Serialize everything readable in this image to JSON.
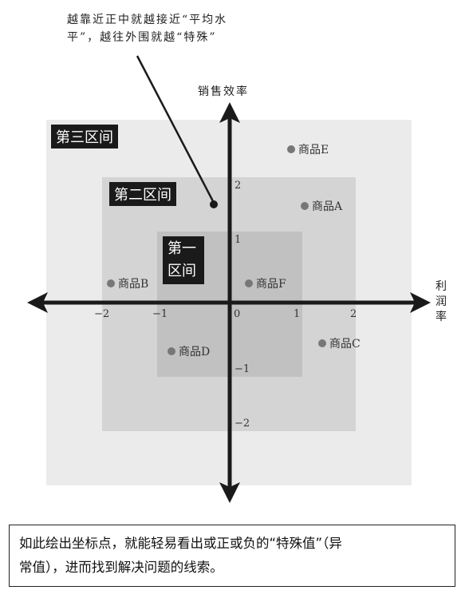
{
  "annotation": {
    "line1": "越靠近正中就越接近“平均水",
    "line2": "平”，越往外围就越“特殊”"
  },
  "axes": {
    "y_title": "销售效率",
    "x_title": [
      "利",
      "润",
      "率"
    ],
    "x_ticks": [
      "−2",
      "−1",
      "0",
      "1",
      "2"
    ],
    "y_ticks": [
      "2",
      "1",
      "−1",
      "−2"
    ]
  },
  "zones": {
    "zone3": "第三区间",
    "zone2": "第二区间",
    "zone1_line1": "第一",
    "zone1_line2": "区间"
  },
  "products": [
    {
      "label": "商品A"
    },
    {
      "label": "商品B"
    },
    {
      "label": "商品C"
    },
    {
      "label": "商品D"
    },
    {
      "label": "商品E"
    },
    {
      "label": "商品F"
    }
  ],
  "caption": {
    "line1": "如此绘出坐标点，就能轻易看出或正或负的“特殊值”（异",
    "line2": "常值），进而找到解决问题的线索。"
  },
  "colors": {
    "zone3": "#ebebeb",
    "zone2": "#d4d4d4",
    "zone1": "#c1c1c1",
    "axis": "#1a1a1a",
    "dot": "#777777"
  }
}
